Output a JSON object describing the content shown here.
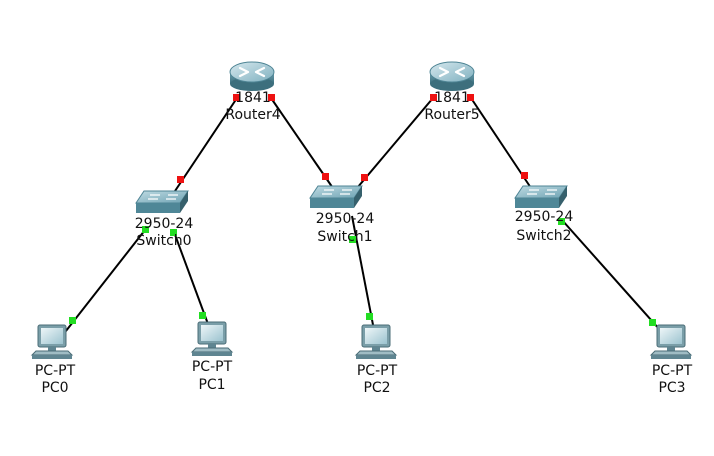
{
  "devices": {
    "router4": {
      "model": "1841",
      "name": "Router4"
    },
    "router5": {
      "model": "1841",
      "name": "Router5"
    },
    "switch0": {
      "model": "2950-24",
      "name": "Switch0"
    },
    "switch1": {
      "model": "2950-24",
      "name": "Switch1"
    },
    "switch2": {
      "model": "2950-24",
      "name": "Switch2"
    },
    "pc0": {
      "model": "PC-PT",
      "name": "PC0"
    },
    "pc1": {
      "model": "PC-PT",
      "name": "PC1"
    },
    "pc2": {
      "model": "PC-PT",
      "name": "PC2"
    },
    "pc3": {
      "model": "PC-PT",
      "name": "PC3"
    }
  },
  "links": [
    {
      "from": "router4",
      "to": "switch0",
      "status": "down"
    },
    {
      "from": "router4",
      "to": "switch1",
      "status": "down"
    },
    {
      "from": "router5",
      "to": "switch1",
      "status": "down"
    },
    {
      "from": "router5",
      "to": "switch2",
      "status": "down"
    },
    {
      "from": "switch0",
      "to": "pc0",
      "status": "up"
    },
    {
      "from": "switch0",
      "to": "pc1",
      "status": "up"
    },
    {
      "from": "switch1",
      "to": "pc2",
      "status": "up"
    },
    {
      "from": "switch2",
      "to": "pc3",
      "status": "up"
    }
  ],
  "colors": {
    "link_up": "#22dd22",
    "link_down": "#ee1111",
    "cable": "#000000",
    "device_body": "#5f9aaa",
    "device_dark": "#3a6e7c",
    "device_light": "#cde4ea"
  },
  "icons": {
    "router": "router-icon",
    "switch": "switch-icon",
    "pc": "pc-icon"
  }
}
